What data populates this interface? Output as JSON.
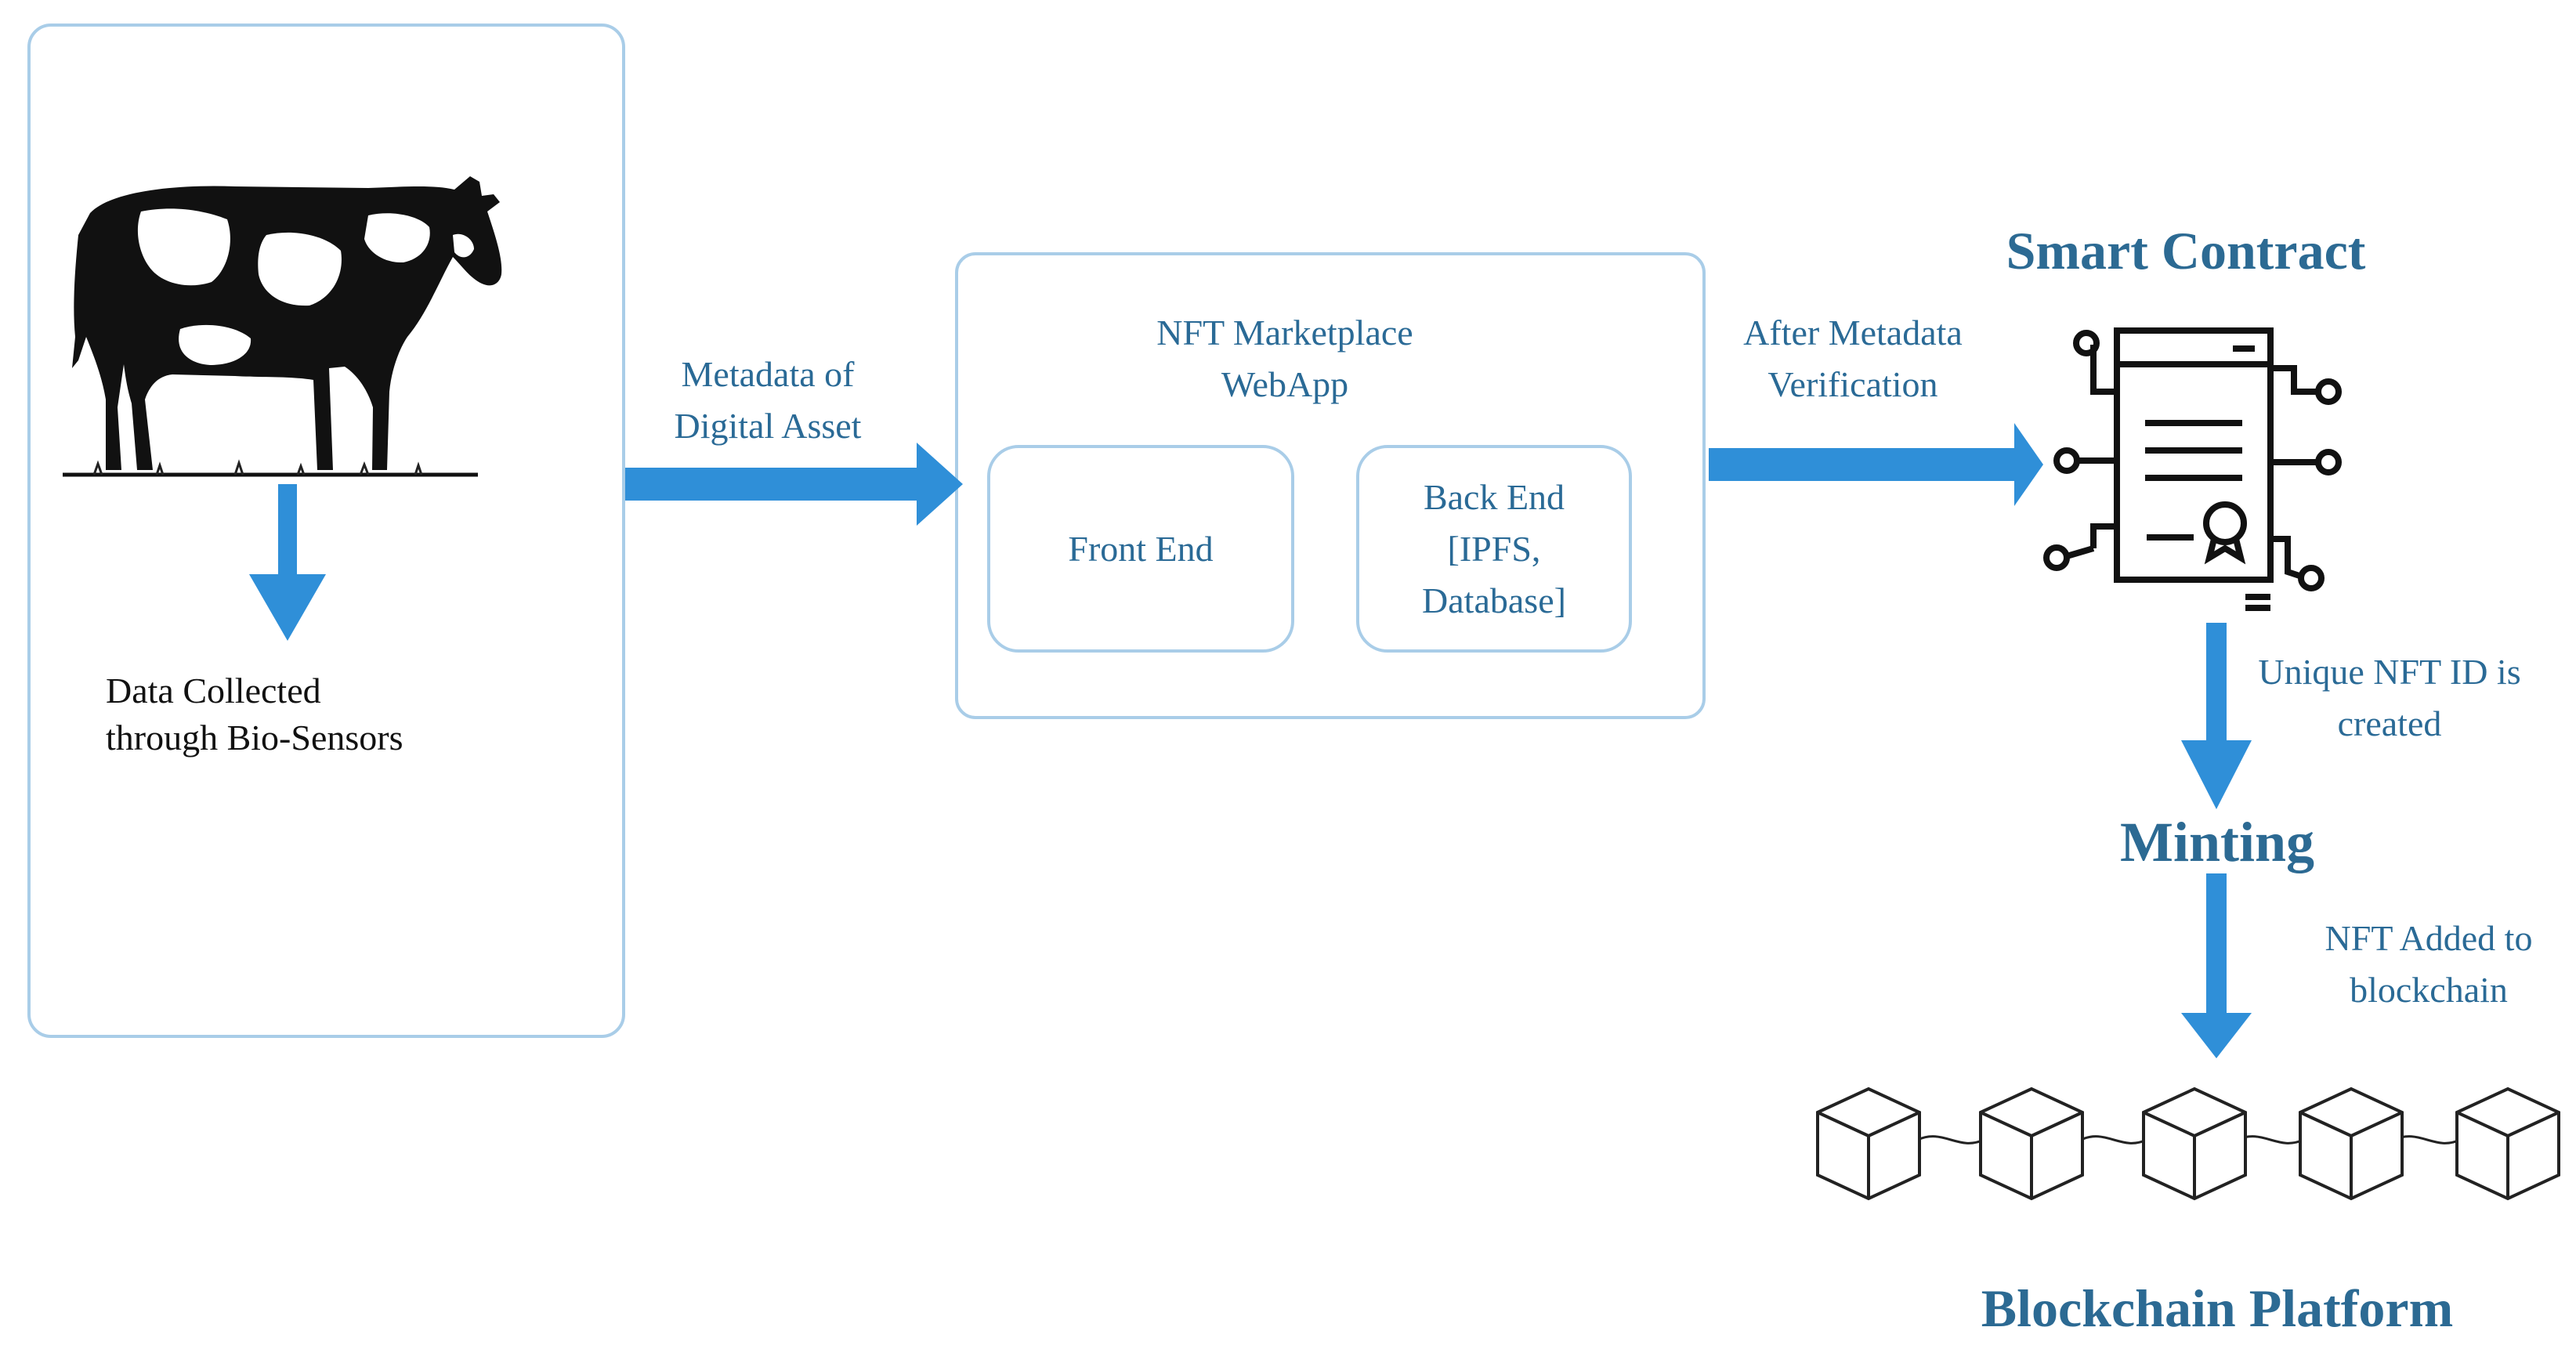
{
  "source_panel": {
    "caption_line1": "Data Collected",
    "caption_line2": "through Bio-Sensors",
    "image": "cow-silhouette-icon"
  },
  "arrow_labels": {
    "metadata_line1": "Metadata of",
    "metadata_line2": "Digital Asset",
    "verification_line1": "After Metadata",
    "verification_line2": "Verification",
    "unique_id_line1": "Unique NFT ID is",
    "unique_id_line2": "created",
    "added_line1": "NFT Added to",
    "added_line2": "blockchain"
  },
  "marketplace": {
    "title_line1": "NFT Marketplace",
    "title_line2": "WebApp",
    "front_end": "Front End",
    "back_end_line1": "Back End",
    "back_end_line2": "[IPFS,",
    "back_end_line3": "Database]"
  },
  "smart_contract": {
    "title": "Smart Contract",
    "icon": "smart-contract-icon"
  },
  "minting": {
    "title": "Minting"
  },
  "blockchain": {
    "title": "Blockchain Platform",
    "icon": "blockchain-cubes-icon"
  },
  "colors": {
    "arrow": "#2f8fd8",
    "panel_border": "#a9cde8",
    "label_text": "#2a6a96",
    "title_text": "#2c6a93"
  }
}
